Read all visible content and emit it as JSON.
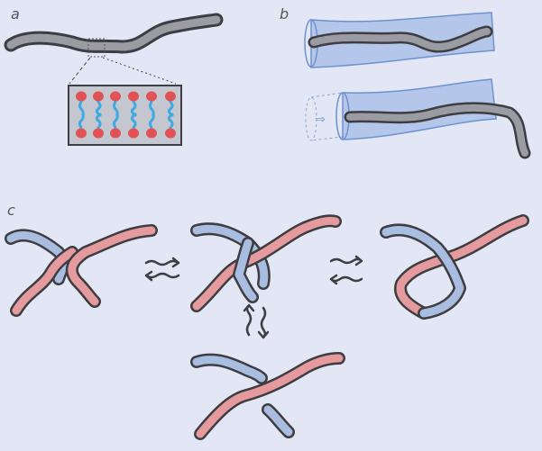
{
  "panels": {
    "a": {
      "label": "a"
    },
    "b": {
      "label": "b"
    },
    "c": {
      "label": "c"
    }
  },
  "colors": {
    "background": "#e3e6f5",
    "outline": "#3d3d42",
    "membrane": "#9a9ba3",
    "tube": "#7aa0de",
    "lipid_head": "#e05255",
    "lipid_tail": "#3fa9e0",
    "strand_blue": "#a9bde0",
    "strand_pink": "#e59a9d"
  }
}
